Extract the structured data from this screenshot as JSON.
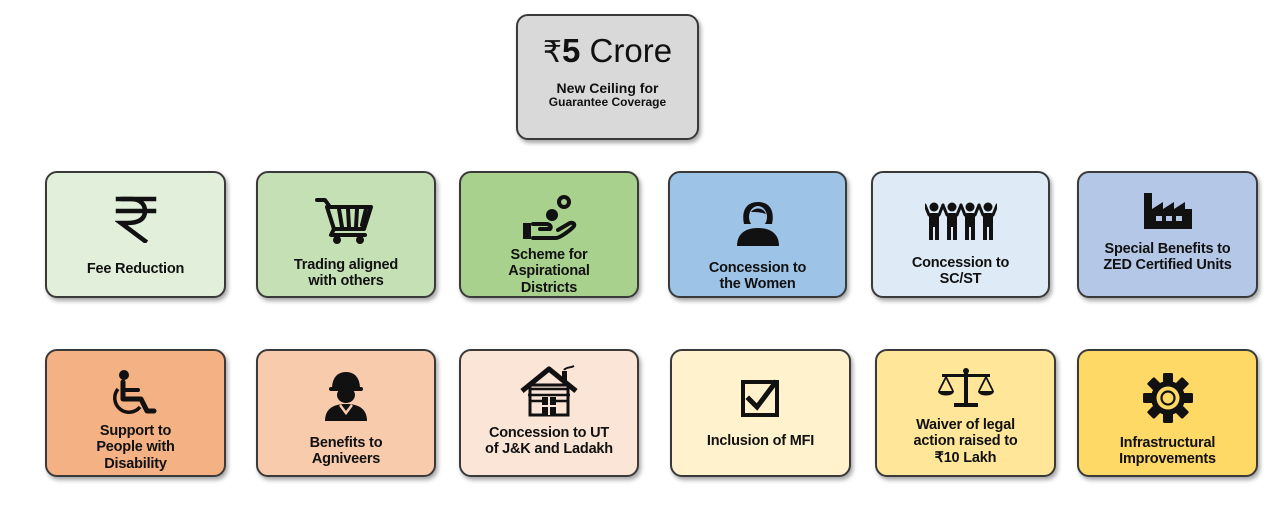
{
  "hero": {
    "currency_symbol": "₹",
    "amount": "5",
    "unit": "Crore",
    "line1": "New Ceiling for",
    "line2": "Guarantee Coverage",
    "color": "#d9d9d9"
  },
  "tiles": [
    {
      "label": "Fee Reduction",
      "icon": "rupee-icon",
      "color": "#e2efda"
    },
    {
      "label": "Trading aligned\nwith others",
      "icon": "shopping-cart-icon",
      "color": "#c5e0b4"
    },
    {
      "label": "Scheme for\nAspirational\nDistricts",
      "icon": "hand-coins-icon",
      "color": "#a9d18e"
    },
    {
      "label": "Concession to\nthe Women",
      "icon": "woman-icon",
      "color": "#9dc3e6"
    },
    {
      "label": "Concession to\nSC/ST",
      "icon": "people-group-icon",
      "color": "#deebf7"
    },
    {
      "label": "Special Benefits to\nZED Certified Units",
      "icon": "factory-icon",
      "color": "#b4c7e7"
    },
    {
      "label": "Support to\nPeople with\nDisability",
      "icon": "wheelchair-icon",
      "color": "#f4b183"
    },
    {
      "label": "Benefits to\nAgniveers",
      "icon": "soldier-icon",
      "color": "#f8cbad"
    },
    {
      "label": "Concession to UT\nof J&K and Ladakh",
      "icon": "house-icon",
      "color": "#fbe5d6"
    },
    {
      "label": "Inclusion of MFI",
      "icon": "checkbox-icon",
      "color": "#fff2cc"
    },
    {
      "label": "Waiver of legal\naction raised to\n₹10 Lakh",
      "icon": "scales-icon",
      "color": "#ffe699"
    },
    {
      "label": "Infrastructural\nImprovements",
      "icon": "gear-icon",
      "color": "#ffd966"
    }
  ]
}
